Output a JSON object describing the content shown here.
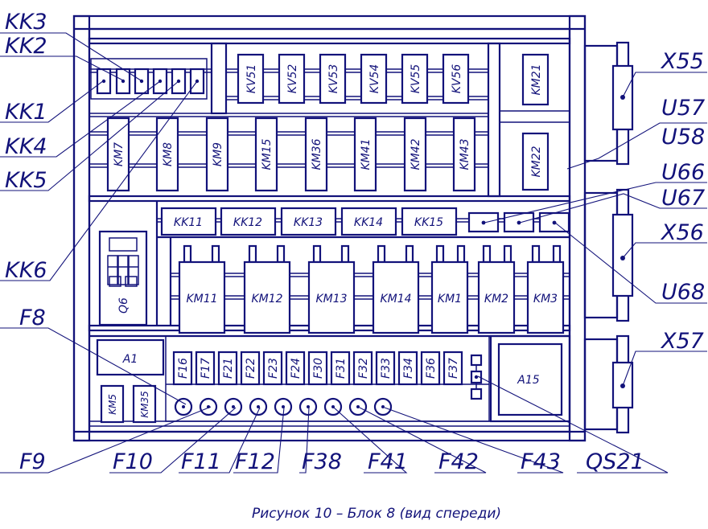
{
  "caption": "Рисунок 10 – Блок 8 (вид спереди)",
  "colors": {
    "line": "#12127a",
    "background": "#ffffff"
  },
  "components": {
    "kk_small": [
      "KK11",
      "KK12",
      "KK13",
      "KK14",
      "KK15"
    ],
    "kv": [
      "KV51",
      "KV52",
      "KV53",
      "KV54",
      "KV55",
      "KV56"
    ],
    "km_top": [
      "KM7",
      "KM8",
      "KM9",
      "KM15",
      "KM36",
      "KM41",
      "KM42",
      "KM43"
    ],
    "km21": "KM21",
    "km22": "KM22",
    "km_large": [
      "KM11",
      "KM12",
      "KM13",
      "KM14",
      "KM1",
      "KM2",
      "KM3"
    ],
    "fuses": [
      "F16",
      "F17",
      "F21",
      "F22",
      "F23",
      "F24",
      "F30",
      "F31",
      "F32",
      "F33",
      "F34",
      "F36",
      "F37"
    ],
    "q6": "Q6",
    "a1": "A1",
    "a15": "A15",
    "km5": "KM5",
    "km35": "KM35"
  },
  "callouts": {
    "left": [
      "KK3",
      "KK2",
      "KK1",
      "KK4",
      "KK5",
      "KK6",
      "F8",
      "F9"
    ],
    "bottom": [
      "F10",
      "F11",
      "F12",
      "F38",
      "F41",
      "F42",
      "F43",
      "QS21"
    ],
    "right": [
      "X55",
      "U57",
      "U58",
      "U66",
      "U67",
      "X56",
      "U68",
      "X57"
    ]
  }
}
